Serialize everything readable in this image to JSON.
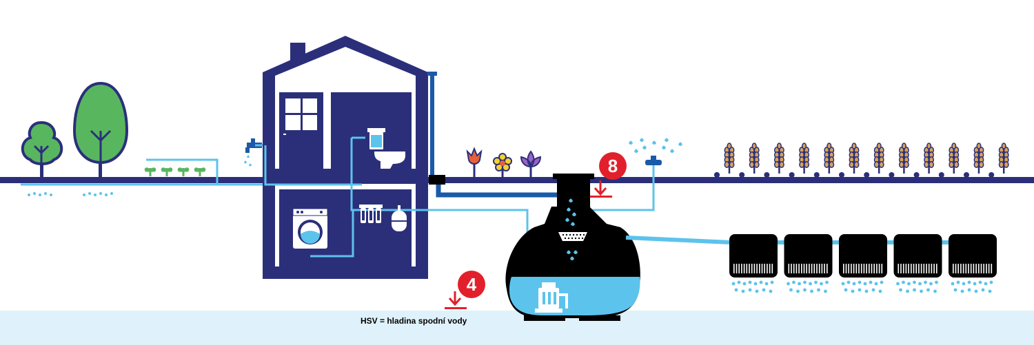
{
  "badges": {
    "depth_8": "8",
    "depth_4": "4"
  },
  "legend": {
    "hsv_text": "HSV = hladina spodní vody"
  },
  "colors": {
    "navy": "#2b2f7a",
    "pipe_blue": "#1a5aa8",
    "light_water": "#5cc3ec",
    "groundwater_band": "#dff1fb",
    "badge_red": "#e2202b",
    "tree_green": "#58b65f",
    "grain_gold": "#d6a25a"
  },
  "icons": {
    "house": "house-icon",
    "window": "window-icon",
    "door": "door-icon",
    "toilet": "toilet-icon",
    "washing_machine": "washing-machine-icon",
    "filters": "water-filter-icon",
    "pressure_vessel": "pressure-vessel-icon",
    "garden_tap": "garden-tap-icon",
    "sprinkler": "sprinkler-icon",
    "pump": "submersible-pump-icon",
    "tank": "rainwater-tank-icon",
    "infiltration_block": "infiltration-block-icon",
    "tree": "tree-icon",
    "seedling": "seedling-icon",
    "flower": "flower-icon",
    "wheat": "wheat-icon",
    "depth_marker": "depth-marker-icon"
  }
}
